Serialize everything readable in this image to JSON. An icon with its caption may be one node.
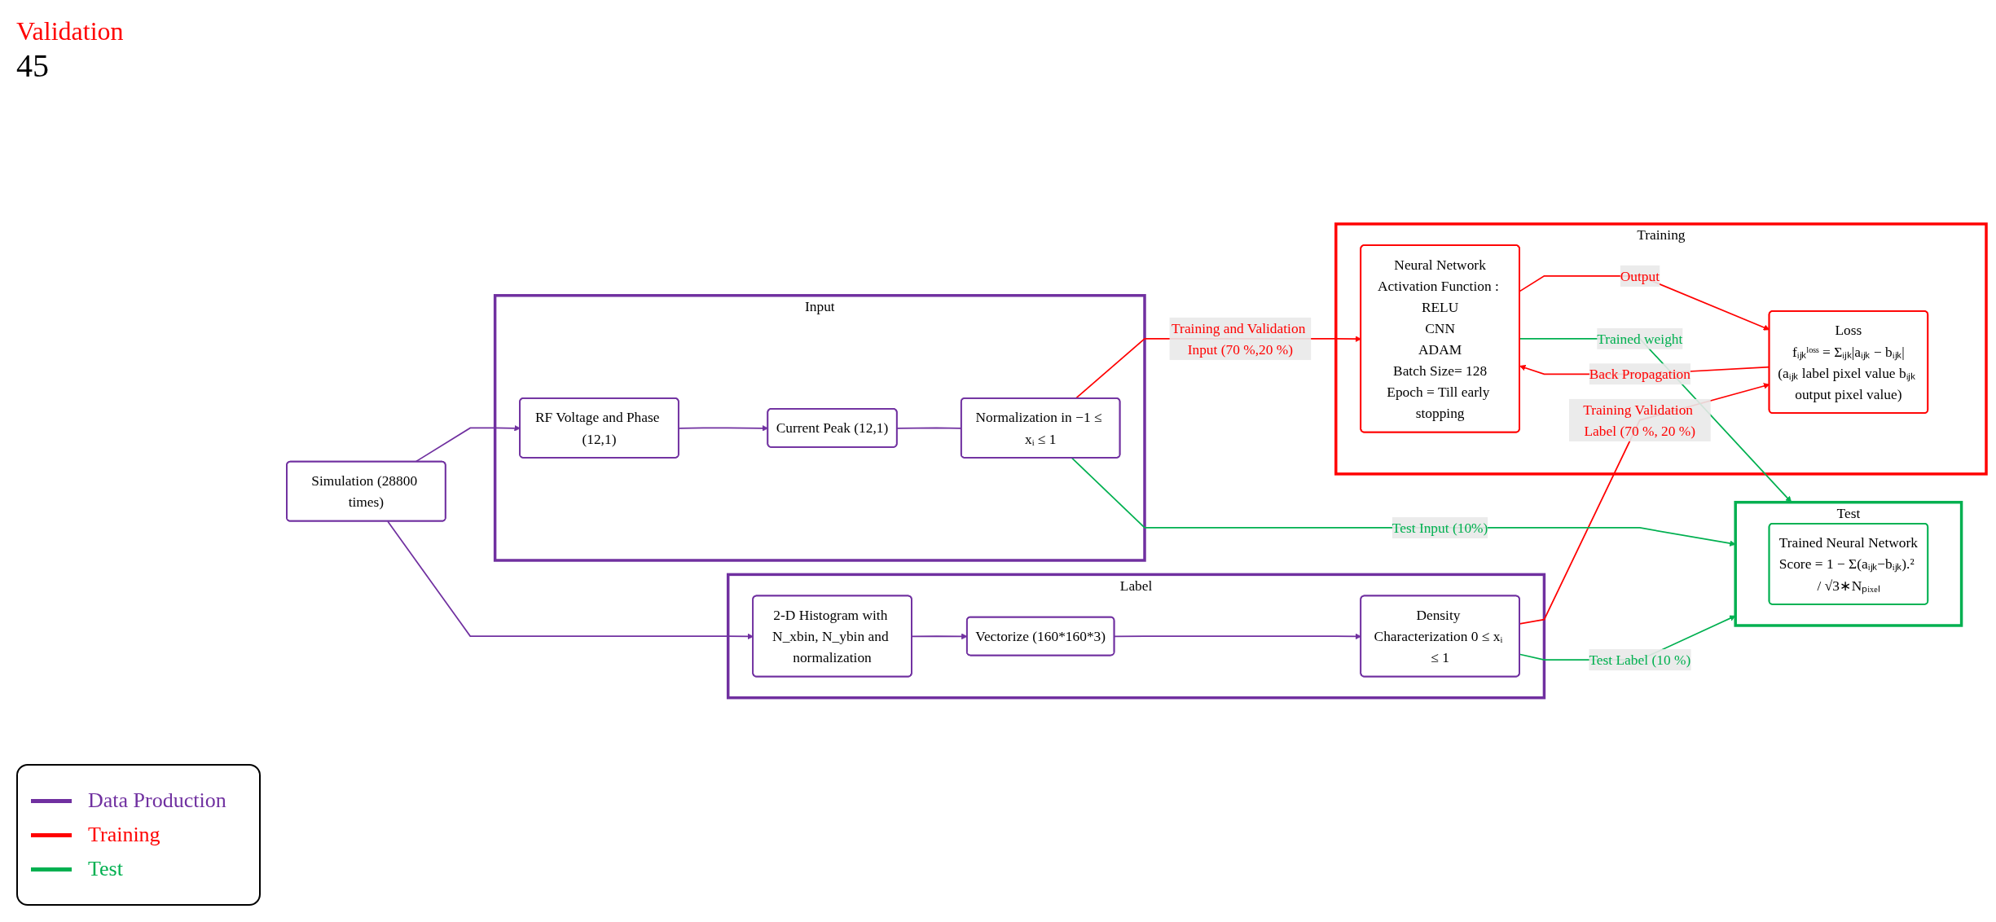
{
  "diagram": {
    "nodes": [
      {
        "text": [
          "Simulation (28800 times)"
        ]
      },
      {
        "text": [
          "Input"
        ]
      },
      {
        "text": [
          "Normalization in −1 ≤ xᵢ ≤ 1"
        ],
        "in": 1
      },
      {
        "text": [
          "RF Voltage and Phase (12,1)"
        ],
        "in": 1
      },
      {
        "text": [
          "Current Peak (12,1)"
        ],
        "in": 1
      },
      {
        "text": [
          "Training"
        ]
      },
      {
        "text": [
          "Loss",
          "fᵢⱼₖˡᵒˢˢ = Σᵢⱼₖ|aᵢⱼₖ − bᵢⱼₖ|",
          "(aᵢⱼₖ label pixel value bᵢⱼₖ output pixel value)"
        ],
        "in": 5
      },
      {
        "text": [
          "Neural Network",
          "Activation Function : RELU",
          "CNN",
          "ADAM",
          "Batch Size= 128",
          "Epoch = Till early stopping"
        ],
        "in": 5
      },
      {
        "text": [
          "Label"
        ]
      },
      {
        "text": [
          "Density Characterization 0 ≤ xᵢ ≤ 1"
        ],
        "in": 8
      },
      {
        "text": [
          "2-D Histogram with N_xbin, N_ybin and normalization"
        ],
        "in": 8
      },
      {
        "text": [
          "Vectorize (160*160*3)"
        ],
        "in": 8
      },
      {
        "text": [
          "Test"
        ]
      },
      {
        "text": [
          "Trained Neural Network",
          "Score = 1 − Σ(aᵢⱼₖ−bᵢⱼₖ).² / √3∗Nₚᵢₓₑₗ"
        ],
        "in": 12
      }
    ],
    "edges": [
      {
        "from": 0,
        "to": 3,
        "arrow": "to"
      },
      {
        "from": 0,
        "to": 10,
        "arrow": "to"
      },
      {
        "from": 3,
        "to": 4,
        "arrow": "to"
      },
      {
        "from": 4,
        "to": 2,
        "arrow": "none"
      },
      {
        "from": 2,
        "to": 7,
        "arrow": "to",
        "label": "Training and Validation Input (70 %,20 %)",
        "color": "#ff0000"
      },
      {
        "from": 2,
        "to": 12,
        "arrow": "to",
        "label": "Test Input (10%)",
        "color": "#00b050"
      },
      {
        "from": 10,
        "to": 11,
        "arrow": "to"
      },
      {
        "from": 11,
        "to": 9,
        "arrow": "to"
      },
      {
        "from": 9,
        "to": 12,
        "arrow": "to",
        "label": "Test Label (10 %)",
        "color": "#00b050"
      },
      {
        "from": 9,
        "to": 6,
        "arrow": "to",
        "label": "Training Validation Label (70 %, 20 %)",
        "color": "#ff0000"
      },
      {
        "from": 7,
        "to": 6,
        "arrow": "to",
        "label": "Output",
        "color": "#ff0000"
      },
      {
        "from": 6,
        "to": 7,
        "arrow": "to",
        "label": "Back Propagation",
        "color": "#ff0000"
      },
      {
        "from": 7,
        "to": 12,
        "arrow": "to",
        "label": "Trained weight",
        "color": "#00b050"
      }
    ],
    "labels": [
      "Validation",
      "45"
    ],
    "legend": [
      {
        "text": "Data Production",
        "color": "#7030a0"
      },
      {
        "text": "Training",
        "color": "#ff0000"
      },
      {
        "text": "Test",
        "color": "#00b050"
      }
    ]
  }
}
